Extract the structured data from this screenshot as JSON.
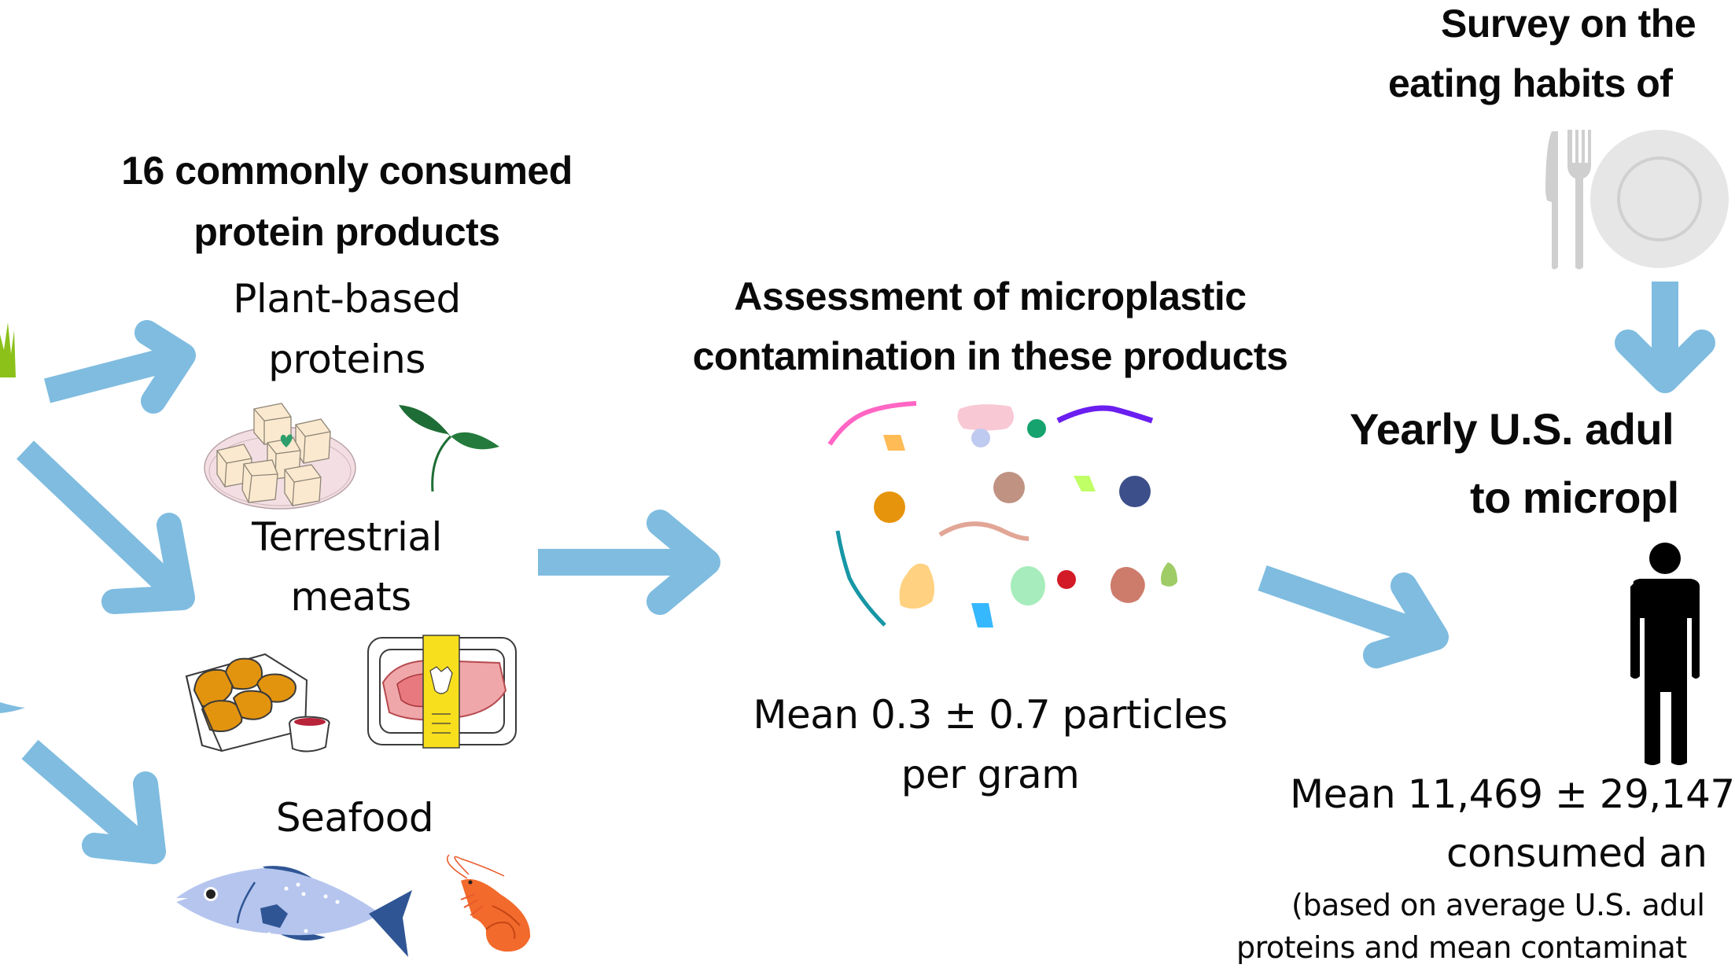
{
  "colors": {
    "arrow": "#7fbce0",
    "text": "#0a0a0a",
    "cutlery": "#cfcfcf",
    "plate": "#e6e6e6",
    "person": "#000000",
    "grass": "#8cc11a"
  },
  "left_column": {
    "title_line1": "16 commonly consumed",
    "title_line2": "protein products",
    "categories": [
      {
        "label_line1": "Plant-based",
        "label_line2": "proteins",
        "icons": [
          "tofu-plate-icon",
          "sprout-icon"
        ]
      },
      {
        "label_line1": "Terrestrial",
        "label_line2": "meats",
        "icons": [
          "chicken-nuggets-icon",
          "packaged-steak-icon"
        ]
      },
      {
        "label_line1": "Seafood",
        "label_line2": "",
        "icons": [
          "fish-icon",
          "shrimp-icon"
        ]
      }
    ]
  },
  "center_column": {
    "title_line1": "Assessment of microplastic",
    "title_line2": "contamination in these products",
    "result_line1": "Mean 0.3 ± 0.7 particles",
    "result_line2": "per gram",
    "particles_icon": "microplastic-particles-icon"
  },
  "right_column": {
    "survey_line1": "Survey on the",
    "survey_line2": "eating habits of",
    "exposure_line1": "Yearly U.S. adul",
    "exposure_line2": "to micropl",
    "result_line1": "Mean 11,469 ± 29,147",
    "result_line2": "consumed an",
    "note_line1": "(based on average U.S. adul",
    "note_line2": "proteins and mean contaminat"
  }
}
